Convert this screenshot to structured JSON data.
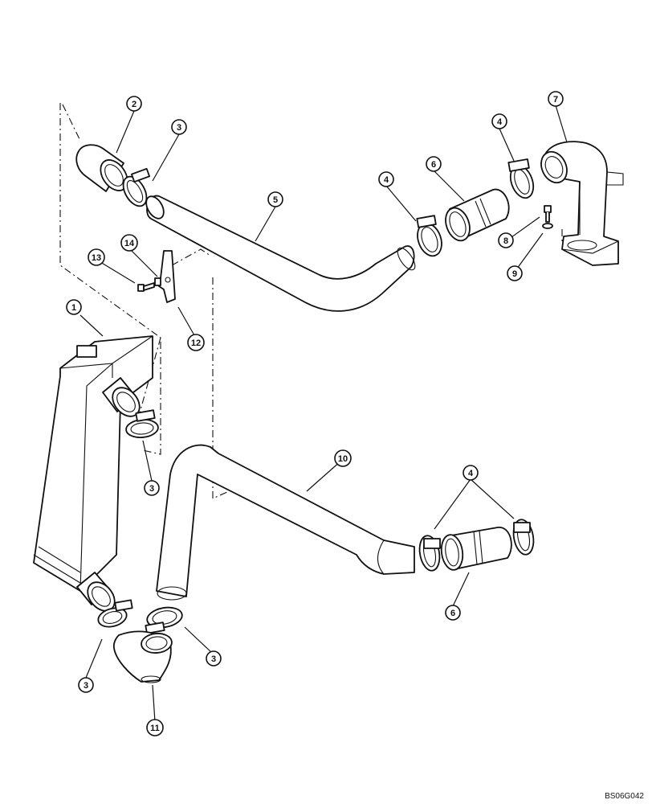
{
  "diagram": {
    "code": "BS06G042",
    "callouts": [
      "1",
      "2",
      "3",
      "3",
      "3",
      "3",
      "4",
      "4",
      "4",
      "4",
      "5",
      "6",
      "6",
      "7",
      "8",
      "9",
      "10",
      "11",
      "12",
      "13",
      "14"
    ]
  },
  "parts": [
    {
      "ref": "1",
      "name": "intercooler"
    },
    {
      "ref": "2",
      "name": "elbow-hose"
    },
    {
      "ref": "3",
      "name": "hose-clamp"
    },
    {
      "ref": "4",
      "name": "hose-clamp"
    },
    {
      "ref": "5",
      "name": "upper-tube"
    },
    {
      "ref": "6",
      "name": "hose-coupling"
    },
    {
      "ref": "7",
      "name": "elbow-outlet"
    },
    {
      "ref": "8",
      "name": "bolt"
    },
    {
      "ref": "9",
      "name": "washer"
    },
    {
      "ref": "10",
      "name": "lower-tube"
    },
    {
      "ref": "11",
      "name": "elbow-hose"
    },
    {
      "ref": "12",
      "name": "bracket"
    },
    {
      "ref": "13",
      "name": "bolt"
    },
    {
      "ref": "14",
      "name": "nut"
    }
  ]
}
